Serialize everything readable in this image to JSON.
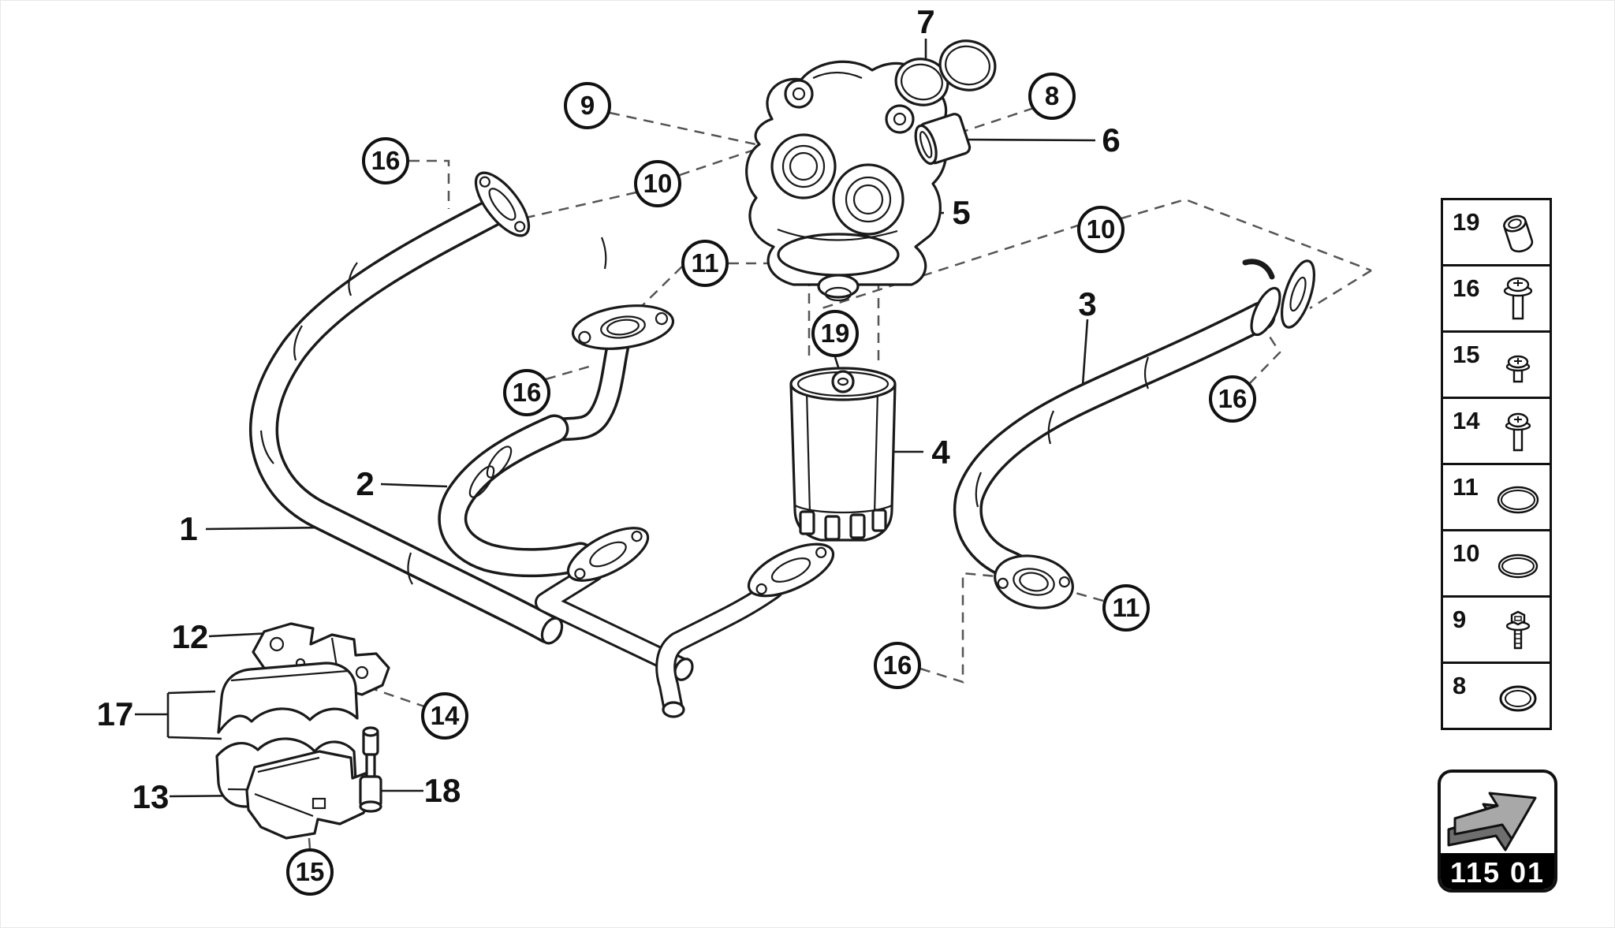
{
  "page": {
    "type": "parts-catalog-diagram",
    "background": "#ffffff",
    "colors": {
      "line": "#1a1a1a",
      "dashed_leader": "#555555",
      "footer_bg": "#000000",
      "footer_text": "#ffffff",
      "arrow_fill": "#a8a8a8",
      "arrow_shadow": "#6e6e6e"
    }
  },
  "diagram": {
    "callouts": [
      {
        "label": "7",
        "type": "plain"
      },
      {
        "label": "9",
        "type": "circle"
      },
      {
        "label": "8",
        "type": "circle"
      },
      {
        "label": "6",
        "type": "plain"
      },
      {
        "label": "16",
        "type": "circle"
      },
      {
        "label": "10",
        "type": "circle"
      },
      {
        "label": "5",
        "type": "plain"
      },
      {
        "label": "11",
        "type": "circle"
      },
      {
        "label": "10",
        "type": "circle"
      },
      {
        "label": "3",
        "type": "plain"
      },
      {
        "label": "19",
        "type": "circle"
      },
      {
        "label": "16",
        "type": "circle"
      },
      {
        "label": "16",
        "type": "circle"
      },
      {
        "label": "4",
        "type": "plain"
      },
      {
        "label": "2",
        "type": "plain"
      },
      {
        "label": "1",
        "type": "plain"
      },
      {
        "label": "11",
        "type": "circle"
      },
      {
        "label": "12",
        "type": "plain"
      },
      {
        "label": "16",
        "type": "circle"
      },
      {
        "label": "14",
        "type": "circle"
      },
      {
        "label": "17",
        "type": "plain"
      },
      {
        "label": "13",
        "type": "plain"
      },
      {
        "label": "18",
        "type": "plain"
      },
      {
        "label": "15",
        "type": "circle"
      }
    ]
  },
  "sidebar": {
    "items": [
      {
        "label": "19",
        "icon": "bushing-icon"
      },
      {
        "label": "16",
        "icon": "screw-long-icon"
      },
      {
        "label": "15",
        "icon": "screw-short-icon"
      },
      {
        "label": "14",
        "icon": "screw-medium-icon"
      },
      {
        "label": "11",
        "icon": "o-ring-large-icon"
      },
      {
        "label": "10",
        "icon": "o-ring-medium-icon"
      },
      {
        "label": "9",
        "icon": "flange-bolt-icon"
      },
      {
        "label": "8",
        "icon": "o-ring-small-icon"
      }
    ]
  },
  "footer": {
    "code": "115 01",
    "icon": "next-section-arrow-icon"
  }
}
